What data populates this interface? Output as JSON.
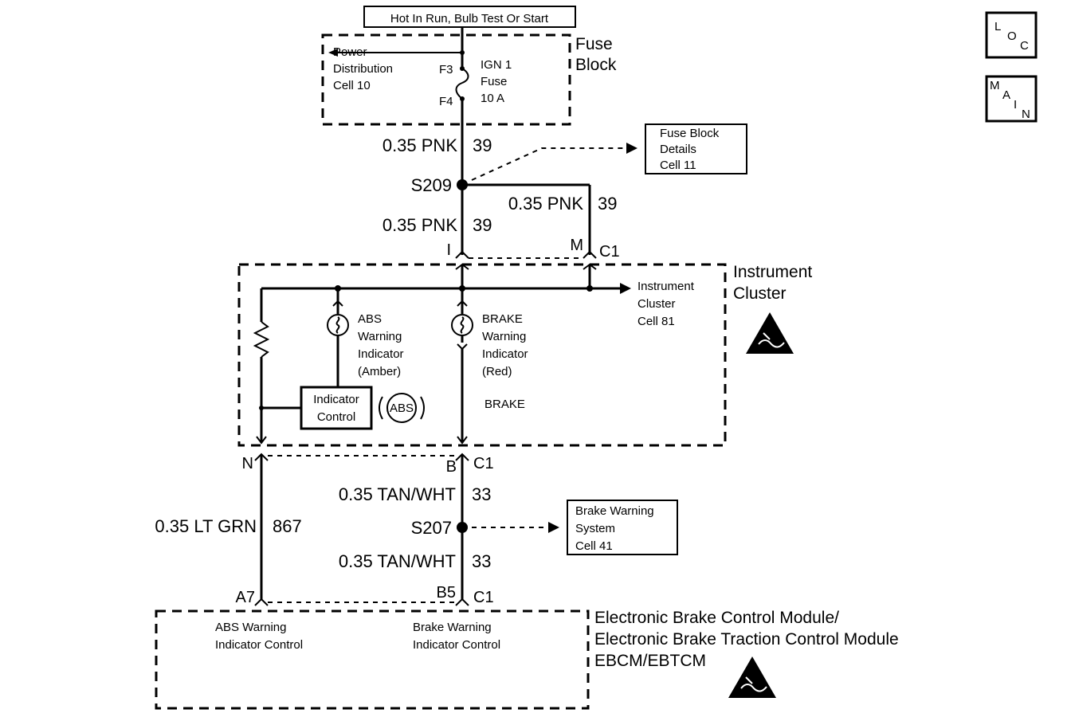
{
  "power_label": "Hot In Run, Bulb Test Or Start",
  "fuse_block": {
    "title_line1": "Fuse",
    "title_line2": "Block",
    "pdc_line1": "Power",
    "pdc_line2": "Distribution",
    "pdc_line3": "Cell 10",
    "f3": "F3",
    "f4": "F4",
    "fuse_line1": "IGN 1",
    "fuse_line2": "Fuse",
    "fuse_line3": "10 A"
  },
  "wires": {
    "w1_gauge": "0.35 PNK",
    "w1_num": "39",
    "w2_gauge": "0.35 PNK",
    "w2_num": "39",
    "w3_gauge": "0.35 PNK",
    "w3_num": "39",
    "w4_gauge": "0.35 TAN/WHT",
    "w4_num": "33",
    "w5_gauge": "0.35 TAN/WHT",
    "w5_num": "33",
    "w6_gauge": "0.35 LT GRN",
    "w6_num": "867"
  },
  "splices": {
    "s209": "S209",
    "s207": "S207"
  },
  "ref_boxes": {
    "fuse_details_line1": "Fuse Block",
    "fuse_details_line2": "Details",
    "fuse_details_line3": "Cell 11",
    "brake_sys_line1": "Brake Warning",
    "brake_sys_line2": "System",
    "brake_sys_line3": "Cell 41"
  },
  "connectors": {
    "pin_l": "I",
    "pin_m": "M",
    "c1_top": "C1",
    "pin_n": "N",
    "pin_b": "B",
    "c1_mid": "C1",
    "pin_a7": "A7",
    "pin_b5": "B5",
    "c1_bot": "C1"
  },
  "cluster": {
    "title_line1": "Instrument",
    "title_line2": "Cluster",
    "ref_line1": "Instrument",
    "ref_line2": "Cluster",
    "ref_line3": "Cell 81",
    "abs_line1": "ABS",
    "abs_line2": "Warning",
    "abs_line3": "Indicator",
    "abs_line4": "(Amber)",
    "brake_line1": "BRAKE",
    "brake_line2": "Warning",
    "brake_line3": "Indicator",
    "brake_line4": "(Red)",
    "brake_symbol": "BRAKE",
    "ctrl_line1": "Indicator",
    "ctrl_line2": "Control",
    "abs_symbol": "ABS"
  },
  "ebcm": {
    "title_line1": "Electronic Brake Control Module/",
    "title_line2": "Electronic Brake Traction Control Module",
    "title_line3": "EBCM/EBTCM",
    "abs_ctrl_line1": "ABS Warning",
    "abs_ctrl_line2": "Indicator Control",
    "brake_ctrl_line1": "Brake Warning",
    "brake_ctrl_line2": "Indicator Control"
  },
  "nav": {
    "loc_l": "L",
    "loc_o": "O",
    "loc_c": "C",
    "main_m": "M",
    "main_a": "A",
    "main_i": "I",
    "main_n": "N"
  },
  "icons": {
    "esd": "esd-warning-icon",
    "fuse": "fuse-icon",
    "bulb": "bulb-icon",
    "resistor": "resistor-icon"
  }
}
